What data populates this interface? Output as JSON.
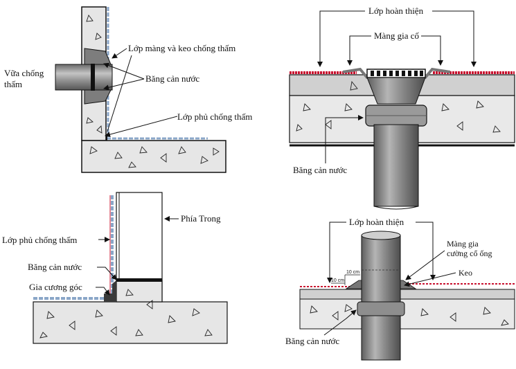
{
  "colors": {
    "concrete": "#e6e6e6",
    "outline": "#111111",
    "membrane": "#c8102e",
    "coating": "#8aa6c8",
    "pipe": "#8a8a8a"
  },
  "panels": {
    "wall_pipe": {
      "label_mortar": "Vữa chống thấm",
      "label_membrane_glue": "Lớp màng và keo chống thấm",
      "label_waterstop": "Băng cản nước",
      "label_coating": "Lớp phủ chống thấm"
    },
    "floor_drain": {
      "label_finish": "Lớp hoàn thiện",
      "label_reinforce": "Màng gia cố",
      "label_waterstop": "Băng cản nước"
    },
    "wall_corner": {
      "label_coating": "Lớp phủ chống thấm",
      "label_inside": "Phía Trong",
      "label_waterstop": "Băng cản nước",
      "label_corner": "Gia cương góc"
    },
    "pipe_penetration": {
      "label_finish": "Lớp hoàn thiện",
      "label_reinforce": "Màng gia cường cổ ống",
      "label_glue": "Keo",
      "dim_top": "10 cm",
      "dim_side": "10 cm",
      "label_waterstop": "Băng cản nước"
    }
  }
}
